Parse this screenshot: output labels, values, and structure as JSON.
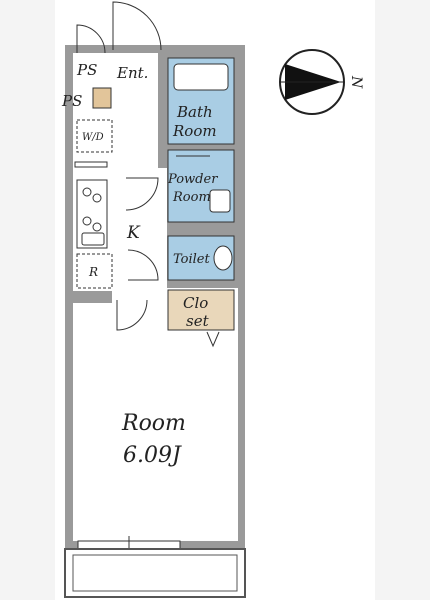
{
  "labels": {
    "ps_top": "PS",
    "ps_left": "PS",
    "entrance": "Ent.",
    "washer": "W/D",
    "bath_line1": "Bath",
    "bath_line2": "Room",
    "powder_line1": "Powder",
    "powder_line2": "Room",
    "kitchen": "K",
    "fridge": "R",
    "toilet": "Toilet",
    "closet_line1": "Clo",
    "closet_line2": "set",
    "room_line1": "Room",
    "room_line2": "6.09J",
    "north": "N"
  },
  "colors": {
    "wall": "#9a9a9a",
    "wet_area": "#a9cde4",
    "ps_fill": "#e2c59a",
    "closet_fill": "#e9d7ba",
    "floor": "#ffffff",
    "line": "#333333"
  },
  "icons": {
    "compass": "compass-north-arrow-icon"
  }
}
